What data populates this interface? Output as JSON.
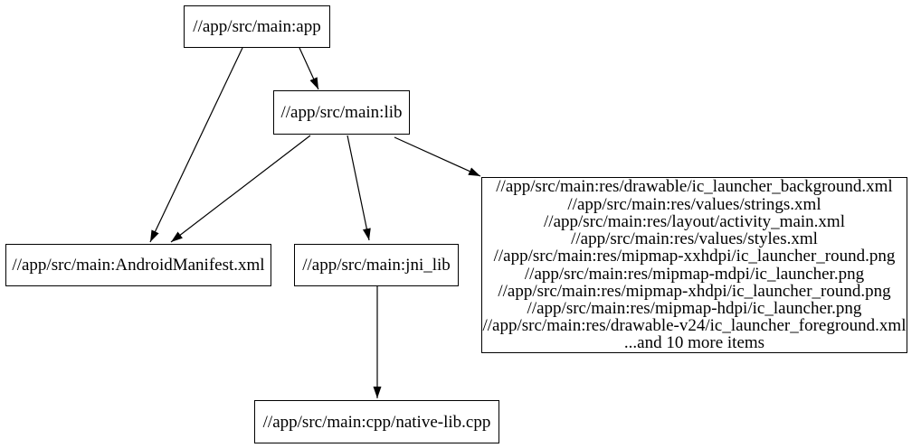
{
  "graph": {
    "background_color": "#ffffff",
    "node_border_color": "#000000",
    "edge_color": "#000000",
    "text_color": "#000000",
    "nodes": {
      "app": {
        "label": "//app/src/main:app"
      },
      "lib": {
        "label": "//app/src/main:lib"
      },
      "android_manifest": {
        "label": "//app/src/main:AndroidManifest.xml"
      },
      "jni_lib": {
        "label": "//app/src/main:jni_lib"
      },
      "res_files": {
        "lines": [
          "//app/src/main:res/drawable/ic_launcher_background.xml",
          "//app/src/main:res/values/strings.xml",
          "//app/src/main:res/layout/activity_main.xml",
          "//app/src/main:res/values/styles.xml",
          "//app/src/main:res/mipmap-xxhdpi/ic_launcher_round.png",
          "//app/src/main:res/mipmap-mdpi/ic_launcher.png",
          "//app/src/main:res/mipmap-xhdpi/ic_launcher_round.png",
          "//app/src/main:res/mipmap-hdpi/ic_launcher.png",
          "//app/src/main:res/drawable-v24/ic_launcher_foreground.xml",
          "...and 10 more items"
        ]
      },
      "native_lib_cpp": {
        "label": "//app/src/main:cpp/native-lib.cpp"
      }
    },
    "edges": [
      {
        "from": "app",
        "to": "android_manifest"
      },
      {
        "from": "app",
        "to": "lib"
      },
      {
        "from": "lib",
        "to": "android_manifest"
      },
      {
        "from": "lib",
        "to": "jni_lib"
      },
      {
        "from": "lib",
        "to": "res_files"
      },
      {
        "from": "jni_lib",
        "to": "native_lib_cpp"
      }
    ]
  }
}
